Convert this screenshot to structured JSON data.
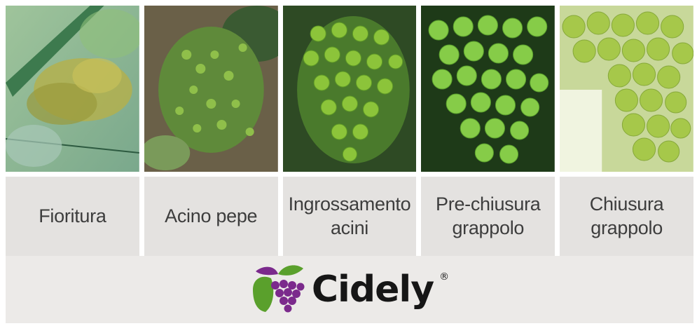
{
  "stages": [
    {
      "id": "fioritura",
      "label": "Fioritura"
    },
    {
      "id": "acino-pepe",
      "label": "Acino pepe"
    },
    {
      "id": "ingrossamento-acini",
      "label": "Ingrossamento\nacini"
    },
    {
      "id": "pre-chiusura-grappolo",
      "label": "Pre-chiusura\ngrappolo"
    },
    {
      "id": "chiusura-grappolo",
      "label": "Chiusura\ngrappolo"
    }
  ],
  "brand": {
    "name": "Cidely",
    "registered_mark": "®"
  },
  "colors": {
    "caption_bg": "#e4e2e0",
    "brand_bg": "#eceae8",
    "logo_leaf_green": "#5aa02c",
    "logo_grape_purple": "#7b2a8c"
  }
}
